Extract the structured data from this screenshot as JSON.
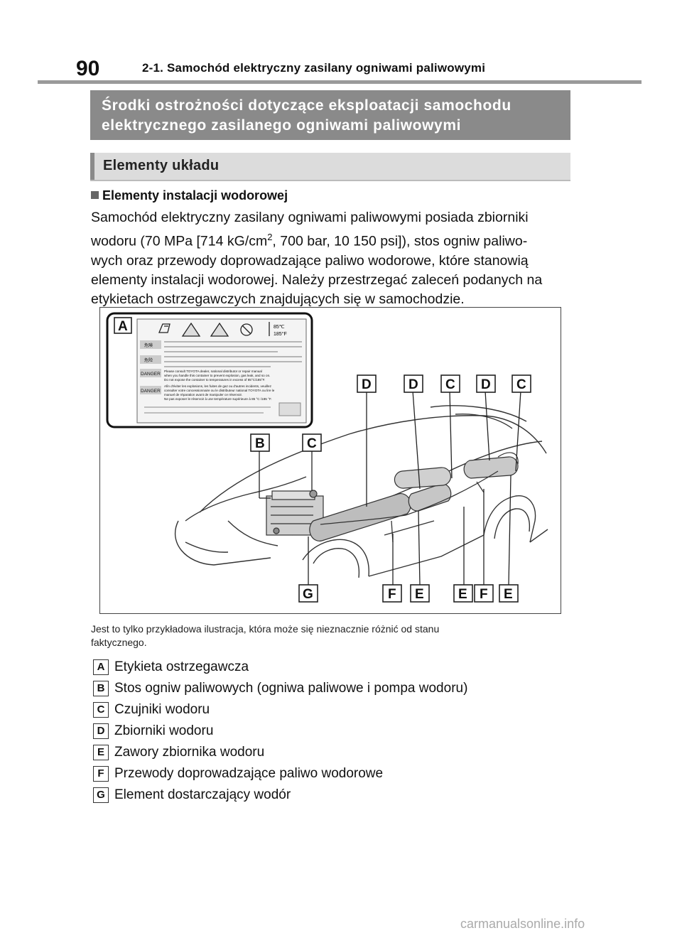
{
  "page": {
    "number": "90",
    "chapter_title": "2-1. Samochód elektryczny zasilany ogniwami paliwowymi"
  },
  "section": {
    "title_line1": "Środki ostrożności dotyczące eksploatacji samochodu",
    "title_line2": "elektrycznego zasilanego ogniwami paliwowymi"
  },
  "subsection": {
    "title": "Elementy układu"
  },
  "topic": {
    "heading": "Elementy instalacji wodorowej",
    "body_line1": "Samochód elektryczny zasilany ogniwami paliwowymi posiada zbiorniki",
    "body_line2_part1": "wodoru (70 MPa [714 kG/cm",
    "body_line2_sup": "2",
    "body_line2_part2": ", 700 bar, 10 150 psi]), stos ogniw paliwo-",
    "body_line3": "wych oraz przewody doprowadzające paliwo wodorowe, które stanowią",
    "body_line4": "elementy instalacji wodorowej. Należy przestrzegać zaleceń podanych na",
    "body_line5": "etykietach ostrzegawczych znajdujących się w samochodzie."
  },
  "figure": {
    "label_marker": "A",
    "sticker": {
      "temp_c": "85℃",
      "temp_f": "185°F",
      "warn1": "危険",
      "warn2": "危险",
      "danger1": "DANGER",
      "danger2": "DANGER",
      "en_line1": "Please consult TOYOTA dealer, national distributor or repair manual",
      "en_line2": "when you handle this container to prevent explosion, gas leak, and so on.",
      "en_line3": "Do not expose the container to temperatures in excess of 85°C/185°F.",
      "fr_line1": "Afin d'éviter les explosions, les fuites de gaz ou d'autres incidents, veuillez",
      "fr_line2": "consulter votre concessionnaire ou le distributeur national TOYOTA ou lire le",
      "fr_line3": "manuel de réparation avant de manipuler ce réservoir.",
      "fr_line4": "Ne pas exposer le réservoir à une température supérieure à 85 °C /185 °F."
    },
    "top_labels": [
      "D",
      "D",
      "C",
      "D",
      "C"
    ],
    "mid_labels": [
      "B",
      "C"
    ],
    "bottom_labels": [
      "G",
      "F",
      "E",
      "E",
      "F",
      "E"
    ]
  },
  "caption_line1": "Jest to tylko przykładowa ilustracja, która może się nieznacznie różnić od stanu",
  "caption_line2": "faktycznego.",
  "legend": [
    {
      "key": "A",
      "text": "Etykieta ostrzegawcza"
    },
    {
      "key": "B",
      "text": "Stos ogniw paliwowych (ogniwa paliwowe i pompa wodoru)"
    },
    {
      "key": "C",
      "text": "Czujniki wodoru"
    },
    {
      "key": "D",
      "text": "Zbiorniki wodoru"
    },
    {
      "key": "E",
      "text": "Zawory zbiornika wodoru"
    },
    {
      "key": "F",
      "text": "Przewody doprowadzające paliwo wodorowe"
    },
    {
      "key": "G",
      "text": "Element dostarczający wodór"
    }
  ],
  "watermark": "carmanualsonline.info"
}
